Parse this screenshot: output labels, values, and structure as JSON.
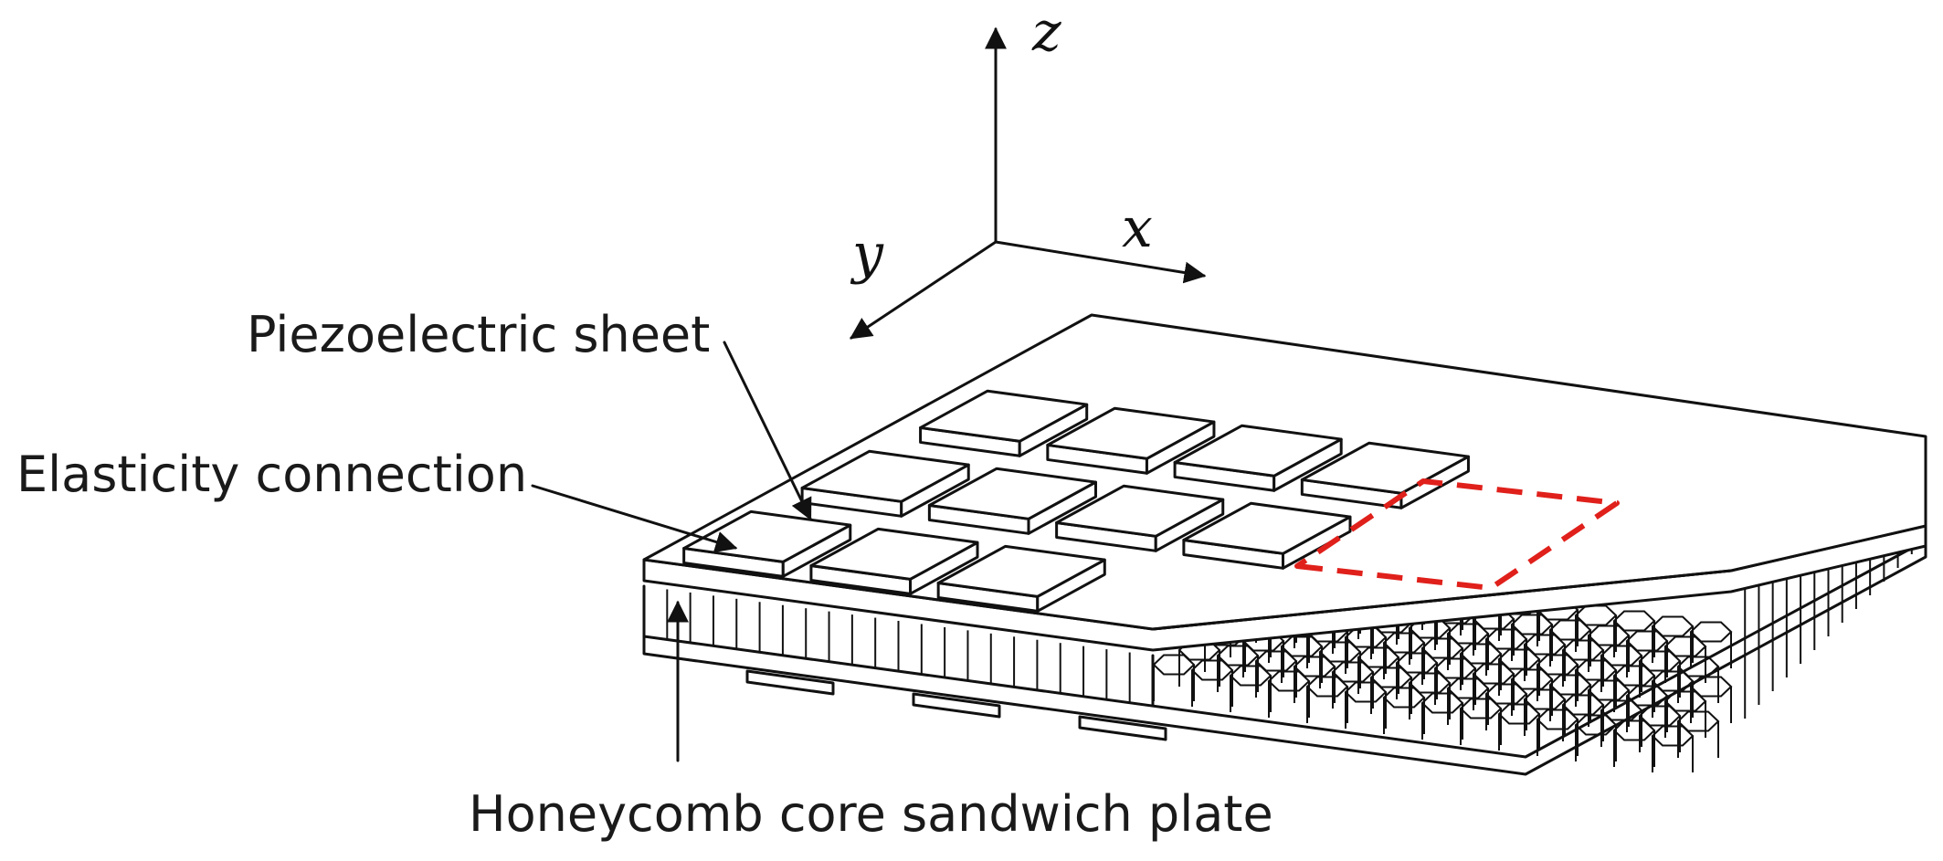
{
  "axes": {
    "z": "z",
    "x": "x",
    "y": "y"
  },
  "labels": {
    "piezo": "Piezoelectric sheet",
    "elastic": "Elasticity connection",
    "honeycomb": "Honeycomb core sandwich plate"
  },
  "colors": {
    "line": "#111111",
    "highlight": "#e0201b",
    "background": "#ffffff"
  }
}
